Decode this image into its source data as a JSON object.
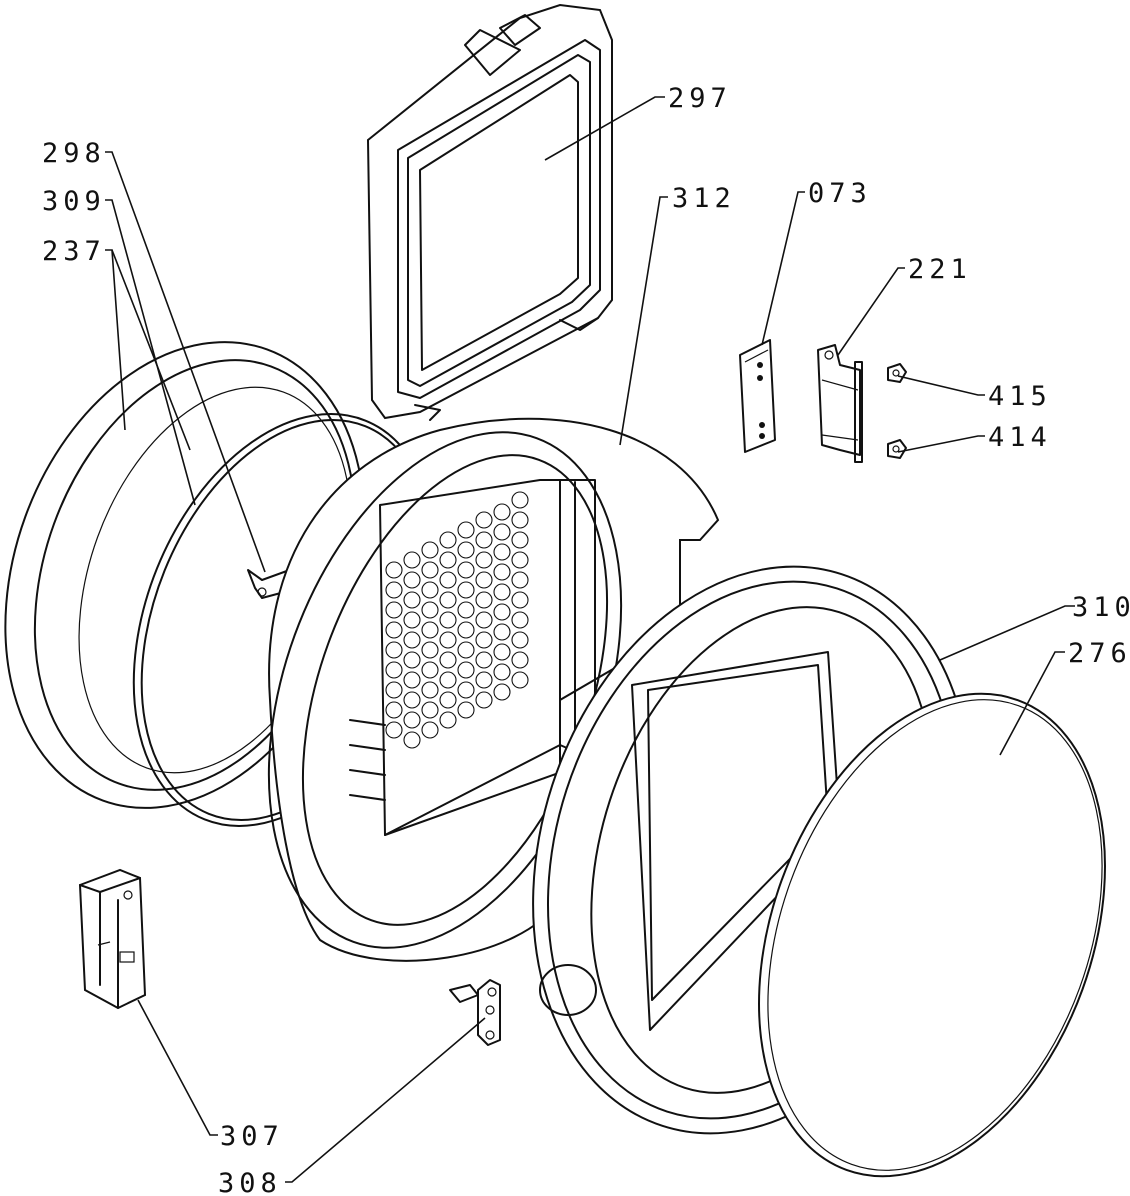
{
  "diagram": {
    "callouts": [
      {
        "id": "297",
        "label": "297"
      },
      {
        "id": "298",
        "label": "298"
      },
      {
        "id": "309",
        "label": "309"
      },
      {
        "id": "237",
        "label": "237"
      },
      {
        "id": "312",
        "label": "312"
      },
      {
        "id": "073",
        "label": "073"
      },
      {
        "id": "221",
        "label": "221"
      },
      {
        "id": "415",
        "label": "415"
      },
      {
        "id": "414",
        "label": "414"
      },
      {
        "id": "310",
        "label": "310"
      },
      {
        "id": "276",
        "label": "276"
      },
      {
        "id": "307",
        "label": "307"
      },
      {
        "id": "308",
        "label": "308"
      }
    ]
  }
}
